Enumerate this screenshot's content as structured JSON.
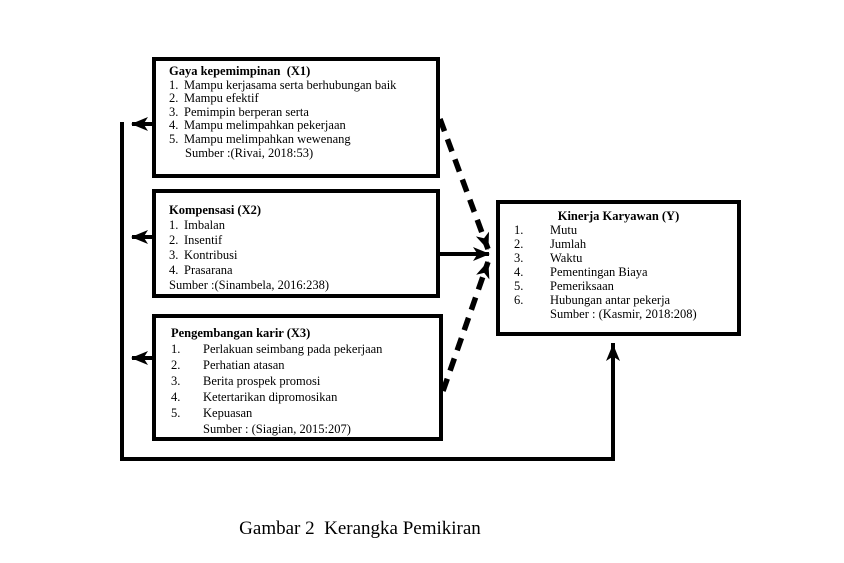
{
  "figure": {
    "caption": "Gambar 2  Kerangka Pemikiran"
  },
  "colors": {
    "ink": "#000000",
    "background": "#ffffff"
  },
  "boxes": {
    "x1": {
      "title": "Gaya kepemimpinan  (X1)",
      "items": [
        {
          "n": "1.",
          "t": "Mampu kerjasama serta berhubungan baik"
        },
        {
          "n": "2.",
          "t": "Mampu efektif"
        },
        {
          "n": "3.",
          "t": "Pemimpin berperan serta"
        },
        {
          "n": "4.",
          "t": "Mampu melimpahkan pekerjaan"
        },
        {
          "n": "5.",
          "t": "Mampu melimpahkan wewenang"
        }
      ],
      "source": "Sumber :(Rivai, 2018:53)"
    },
    "x2": {
      "title": "Kompensasi (X2)",
      "items": [
        {
          "n": "1.",
          "t": "Imbalan"
        },
        {
          "n": "2.",
          "t": "Insentif"
        },
        {
          "n": "3.",
          "t": "Kontribusi"
        },
        {
          "n": "4.",
          "t": "Prasarana"
        }
      ],
      "source": "Sumber :(Sinambela, 2016:238)"
    },
    "x3": {
      "title": "Pengembangan karir (X3)",
      "items": [
        {
          "n": "1.",
          "t": "Perlakuan seimbang pada pekerjaan"
        },
        {
          "n": "2.",
          "t": "Perhatian atasan"
        },
        {
          "n": "3.",
          "t": "Berita prospek promosi"
        },
        {
          "n": "4.",
          "t": "Ketertarikan dipromosikan"
        },
        {
          "n": "5.",
          "t": "Kepuasan"
        }
      ],
      "source": "Sumber : (Siagian, 2015:207)"
    },
    "y": {
      "title": "Kinerja Karyawan (Y)",
      "items": [
        {
          "n": "1.",
          "t": "Mutu"
        },
        {
          "n": "2.",
          "t": "Jumlah"
        },
        {
          "n": "3.",
          "t": "Waktu"
        },
        {
          "n": "4.",
          "t": "Pementingan Biaya"
        },
        {
          "n": "5.",
          "t": "Pemeriksaan"
        },
        {
          "n": "6.",
          "t": "Hubungan antar pekerja"
        }
      ],
      "source": "Sumber : (Kasmir, 2018:208)"
    }
  }
}
